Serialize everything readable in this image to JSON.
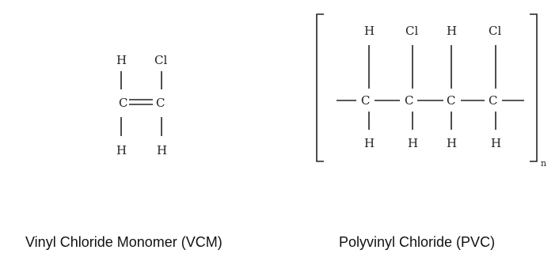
{
  "vcm": {
    "atoms": {
      "h_top": "H",
      "cl_top": "Cl",
      "c_left": "C",
      "c_right": "C",
      "h_bottom_left": "H",
      "h_bottom_right": "H"
    },
    "caption": "Vinyl Chloride Monomer (VCM)"
  },
  "pvc": {
    "top_atoms": [
      "H",
      "Cl",
      "H",
      "Cl"
    ],
    "carbons": [
      "C",
      "C",
      "C",
      "C"
    ],
    "bottom_atoms": [
      "H",
      "H",
      "H",
      "H"
    ],
    "subscript": "n",
    "caption": "Polyvinyl Chloride (PVC)"
  },
  "colors": {
    "ink": "#222222",
    "background": "#ffffff"
  }
}
